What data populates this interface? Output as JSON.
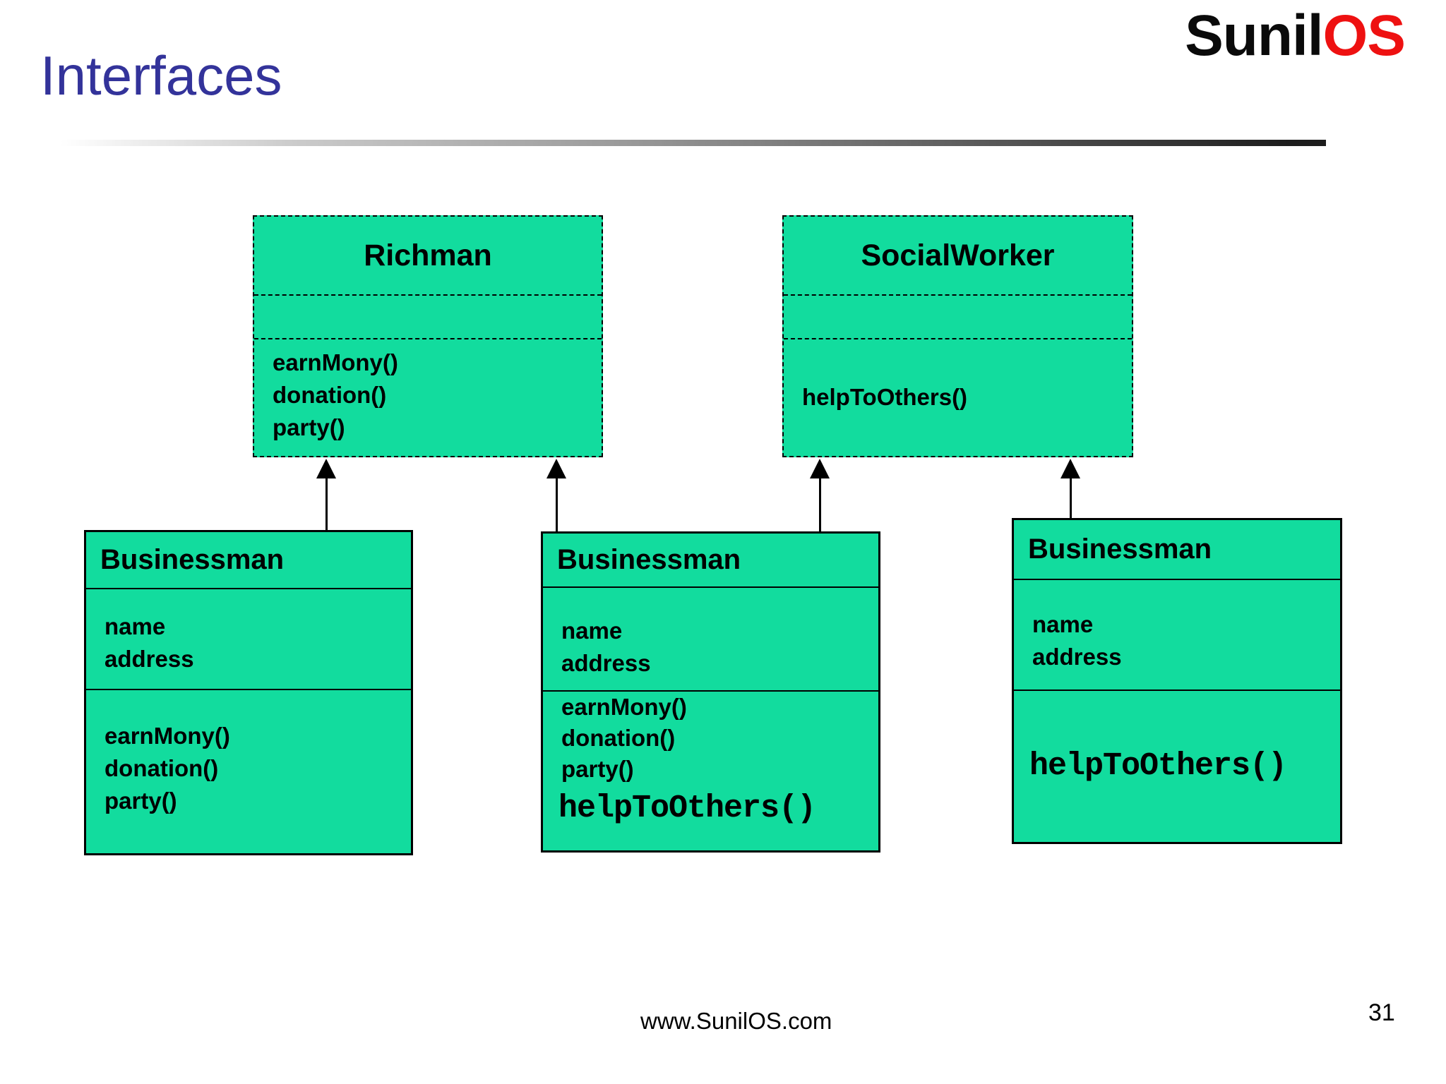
{
  "page": {
    "title": "Interfaces",
    "logo_black": "Sunil",
    "logo_red": "OS",
    "footer_url": "www.SunilOS.com",
    "page_number": "31"
  },
  "colors": {
    "box_fill": "#12DC9E",
    "title_text": "#33339A",
    "logo_red": "#ee1111",
    "line_color": "#000000"
  },
  "diagram": {
    "interfaces": [
      {
        "name": "Richman",
        "attributes": [],
        "methods": [
          "earnMony()",
          "donation()",
          "party()"
        ]
      },
      {
        "name": "SocialWorker",
        "attributes": [],
        "methods": [
          "helpToOthers()"
        ]
      }
    ],
    "classes": [
      {
        "name": "Businessman",
        "attributes": [
          "name",
          "address"
        ],
        "methods": [
          "earnMony()",
          "donation()",
          "party()"
        ],
        "interface_methods": []
      },
      {
        "name": "Businessman",
        "attributes": [
          "name",
          "address"
        ],
        "methods": [
          "earnMony()",
          "donation()",
          "party()"
        ],
        "interface_methods": [
          "helpToOthers()"
        ]
      },
      {
        "name": "Businessman",
        "attributes": [
          "name",
          "address"
        ],
        "methods": [],
        "interface_methods": [
          "helpToOthers()"
        ]
      }
    ]
  }
}
